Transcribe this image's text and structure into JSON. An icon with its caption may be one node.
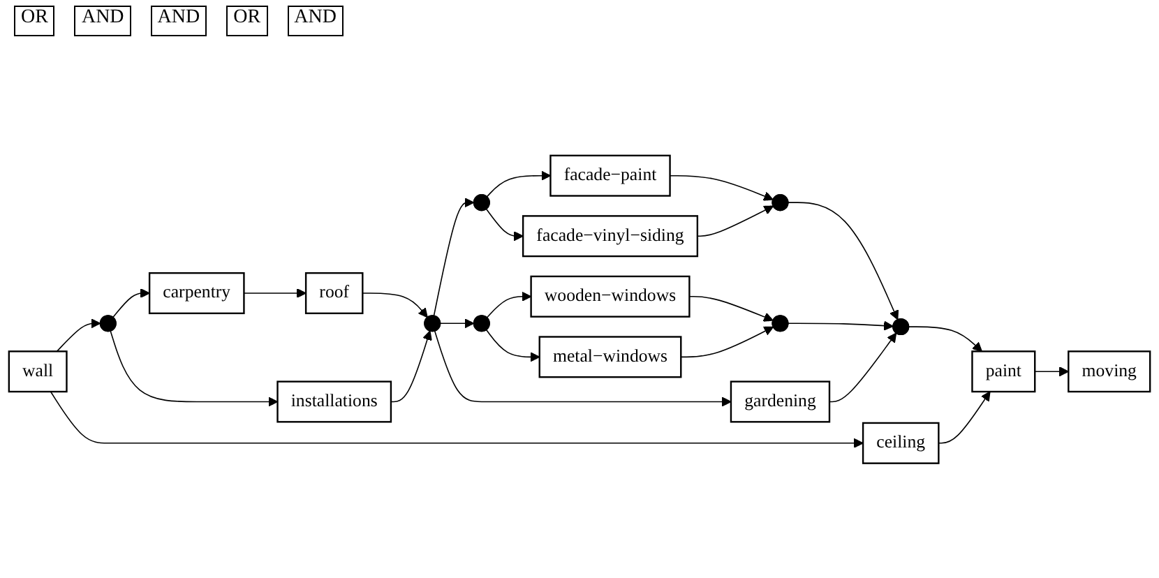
{
  "diagram": {
    "nodes": [
      {
        "text": [
          "wall"
        ]
      },
      {
        "text": [],
        "shape": "point"
      },
      {
        "text": [
          "carpentry"
        ]
      },
      {
        "text": [
          "installations"
        ]
      },
      {
        "text": [
          "roof"
        ]
      },
      {
        "text": [
          "ceiling"
        ]
      },
      {
        "text": [],
        "shape": "point"
      },
      {
        "text": [],
        "shape": "point"
      },
      {
        "text": [
          "facade−paint"
        ]
      },
      {
        "text": [
          "facade−vinyl−siding"
        ]
      },
      {
        "text": [],
        "shape": "point"
      },
      {
        "text": [
          "wooden−windows"
        ]
      },
      {
        "text": [
          "metal−windows"
        ]
      },
      {
        "text": [
          "gardening"
        ]
      },
      {
        "text": [],
        "shape": "point"
      },
      {
        "text": [],
        "shape": "point"
      },
      {
        "text": [],
        "shape": "point"
      },
      {
        "text": [
          "paint"
        ]
      },
      {
        "text": [
          "moving"
        ]
      }
    ],
    "edges": [
      {
        "from": 0,
        "to": 1,
        "arrow": "to"
      },
      {
        "from": 0,
        "to": 5,
        "arrow": "to"
      },
      {
        "from": 1,
        "to": 2,
        "arrow": "to"
      },
      {
        "from": 1,
        "to": 3,
        "arrow": "to"
      },
      {
        "from": 2,
        "to": 4,
        "arrow": "to"
      },
      {
        "from": 4,
        "to": 6,
        "arrow": "to"
      },
      {
        "from": 3,
        "to": 6,
        "arrow": "to"
      },
      {
        "from": 6,
        "to": 7,
        "arrow": "to"
      },
      {
        "from": 6,
        "to": 10,
        "arrow": "to"
      },
      {
        "from": 6,
        "to": 13,
        "arrow": "to"
      },
      {
        "from": 7,
        "to": 8,
        "arrow": "to"
      },
      {
        "from": 7,
        "to": 9,
        "arrow": "to"
      },
      {
        "from": 8,
        "to": 14,
        "arrow": "to"
      },
      {
        "from": 9,
        "to": 14,
        "arrow": "to"
      },
      {
        "from": 10,
        "to": 11,
        "arrow": "to"
      },
      {
        "from": 10,
        "to": 12,
        "arrow": "to"
      },
      {
        "from": 11,
        "to": 15,
        "arrow": "to"
      },
      {
        "from": 12,
        "to": 15,
        "arrow": "to"
      },
      {
        "from": 14,
        "to": 16,
        "arrow": "to"
      },
      {
        "from": 15,
        "to": 16,
        "arrow": "to"
      },
      {
        "from": 13,
        "to": 16,
        "arrow": "to"
      },
      {
        "from": 16,
        "to": 17,
        "arrow": "to"
      },
      {
        "from": 5,
        "to": 17,
        "arrow": "to"
      },
      {
        "from": 17,
        "to": 18,
        "arrow": "to"
      }
    ],
    "labels": [
      "OR",
      "AND",
      "AND",
      "OR",
      "AND"
    ]
  }
}
